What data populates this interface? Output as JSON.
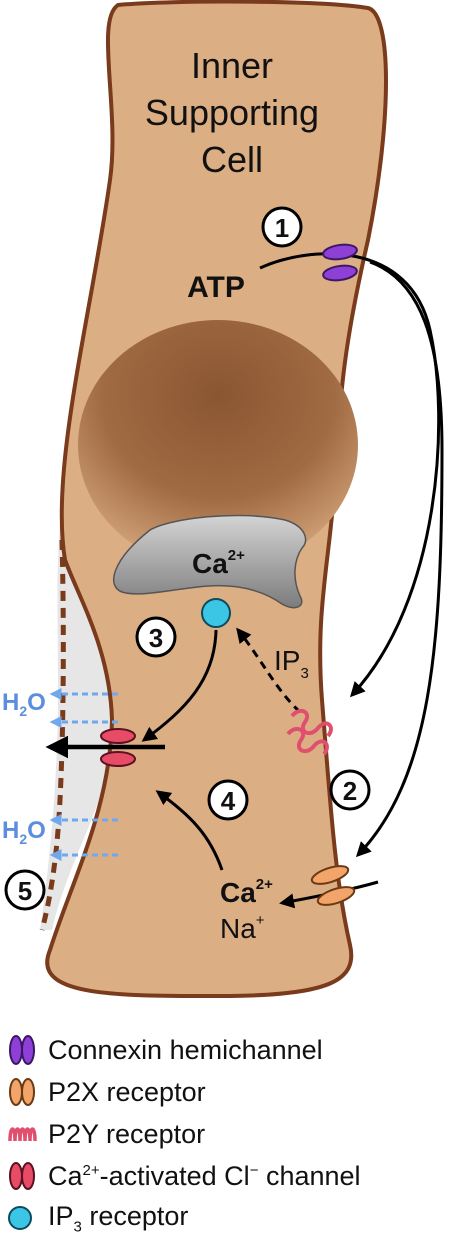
{
  "cell": {
    "title_line1": "Inner",
    "title_line2": "Supporting",
    "title_line3": "Cell"
  },
  "labels": {
    "atp": "ATP",
    "ca_base": "Ca",
    "ca_charge": "2+",
    "ip3_base": "IP",
    "ip3_sub": "3",
    "na_base": "Na",
    "na_charge": "+",
    "h2o_h": "H",
    "h2o_sub": "2",
    "h2o_o": "O"
  },
  "steps": [
    "1",
    "2",
    "3",
    "4",
    "5"
  ],
  "legend": {
    "connexin": "Connexin hemichannel",
    "p2x": "P2X receptor",
    "p2y": "P2Y receptor",
    "cacc_prefix": "Ca",
    "cacc_sup": "2+",
    "cacc_mid": "-activated Cl",
    "cacc_sup2": "−",
    "cacc_suffix": " channel",
    "ip3r_prefix": "IP",
    "ip3r_sub": "3",
    "ip3r_suffix": " receptor"
  },
  "colors": {
    "cell_fill": "#dcae84",
    "cell_outline": "#7a3a1c",
    "nucleus": "#8a5632",
    "er": "#9a9a9a",
    "connexin": "#8e3fd6",
    "p2x": "#f2a46a",
    "p2y": "#e0506e",
    "cacc": "#e84b66",
    "ip3r": "#3cc6e6",
    "water_arrow": "#6fa8ec",
    "water_text": "#5b8fde"
  }
}
